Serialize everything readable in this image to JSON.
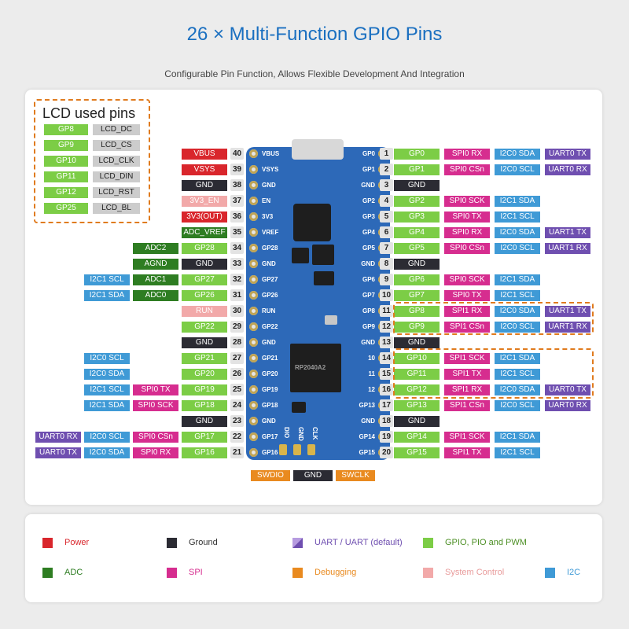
{
  "title": "26 × Multi-Function GPIO Pins",
  "subtitle": "Configurable Pin Function, Allows Flexible Development And Integration",
  "colors": {
    "power": "#d9262c",
    "ground": "#2b2b33",
    "uart": "#6f4fb0",
    "gpio": "#7ccd46",
    "adc": "#2e7d22",
    "spi": "#d62d8f",
    "debug": "#e98a1f",
    "sysctl": "#f2a9a9",
    "i2c": "#3f9ad6",
    "lcd": "#cccccc",
    "accent": "#e07b1e"
  },
  "lcd": {
    "title": "LCD used pins",
    "rows": [
      {
        "gp": "GP8",
        "fn": "LCD_DC"
      },
      {
        "gp": "GP9",
        "fn": "LCD_CS"
      },
      {
        "gp": "GP10",
        "fn": "LCD_CLK"
      },
      {
        "gp": "GP11",
        "fn": "LCD_DIN"
      },
      {
        "gp": "GP12",
        "fn": "LCD_RST"
      },
      {
        "gp": "GP25",
        "fn": "LCD_BL"
      }
    ]
  },
  "left_pins": [
    {
      "num": "40",
      "silk": "VBUS",
      "labels": [
        {
          "text": "VBUS",
          "kind": "power"
        }
      ]
    },
    {
      "num": "39",
      "silk": "VSYS",
      "labels": [
        {
          "text": "VSYS",
          "kind": "power"
        }
      ]
    },
    {
      "num": "38",
      "silk": "GND",
      "labels": [
        {
          "text": "GND",
          "kind": "ground"
        }
      ]
    },
    {
      "num": "37",
      "silk": "EN",
      "labels": [
        {
          "text": "3V3_EN",
          "kind": "sysctl"
        }
      ]
    },
    {
      "num": "36",
      "silk": "3V3",
      "labels": [
        {
          "text": "3V3(OUT)",
          "kind": "power"
        }
      ]
    },
    {
      "num": "35",
      "silk": "VREF",
      "labels": [
        {
          "text": "ADC_VREF",
          "kind": "adc"
        }
      ]
    },
    {
      "num": "34",
      "silk": "GP28",
      "labels": [
        {
          "text": "GP28",
          "kind": "gpio"
        },
        {
          "text": "ADC2",
          "kind": "adc"
        }
      ]
    },
    {
      "num": "33",
      "silk": "GND",
      "labels": [
        {
          "text": "GND",
          "kind": "ground"
        },
        {
          "text": "AGND",
          "kind": "adc"
        }
      ]
    },
    {
      "num": "32",
      "silk": "GP27",
      "labels": [
        {
          "text": "GP27",
          "kind": "gpio"
        },
        {
          "text": "ADC1",
          "kind": "adc"
        },
        {
          "text": "I2C1 SCL",
          "kind": "i2c"
        }
      ]
    },
    {
      "num": "31",
      "silk": "GP26",
      "labels": [
        {
          "text": "GP26",
          "kind": "gpio"
        },
        {
          "text": "ADC0",
          "kind": "adc"
        },
        {
          "text": "I2C1 SDA",
          "kind": "i2c"
        }
      ]
    },
    {
      "num": "30",
      "silk": "RUN",
      "labels": [
        {
          "text": "RUN",
          "kind": "sysctl"
        }
      ]
    },
    {
      "num": "29",
      "silk": "GP22",
      "labels": [
        {
          "text": "GP22",
          "kind": "gpio"
        }
      ]
    },
    {
      "num": "28",
      "silk": "GND",
      "labels": [
        {
          "text": "GND",
          "kind": "ground"
        }
      ]
    },
    {
      "num": "27",
      "silk": "GP21",
      "labels": [
        {
          "text": "GP21",
          "kind": "gpio"
        },
        {
          "text": "",
          "kind": "none"
        },
        {
          "text": "I2C0 SCL",
          "kind": "i2c"
        }
      ]
    },
    {
      "num": "26",
      "silk": "GP20",
      "labels": [
        {
          "text": "GP20",
          "kind": "gpio"
        },
        {
          "text": "",
          "kind": "none"
        },
        {
          "text": "I2C0 SDA",
          "kind": "i2c"
        }
      ]
    },
    {
      "num": "25",
      "silk": "GP19",
      "labels": [
        {
          "text": "GP19",
          "kind": "gpio"
        },
        {
          "text": "SPI0 TX",
          "kind": "spi"
        },
        {
          "text": "I2C1 SCL",
          "kind": "i2c"
        }
      ]
    },
    {
      "num": "24",
      "silk": "GP18",
      "labels": [
        {
          "text": "GP18",
          "kind": "gpio"
        },
        {
          "text": "SPI0 SCK",
          "kind": "spi"
        },
        {
          "text": "I2C1 SDA",
          "kind": "i2c"
        }
      ]
    },
    {
      "num": "23",
      "silk": "GND",
      "labels": [
        {
          "text": "GND",
          "kind": "ground"
        }
      ]
    },
    {
      "num": "22",
      "silk": "GP17",
      "labels": [
        {
          "text": "GP17",
          "kind": "gpio"
        },
        {
          "text": "SPI0 CSn",
          "kind": "spi"
        },
        {
          "text": "I2C0 SCL",
          "kind": "i2c"
        },
        {
          "text": "UART0 RX",
          "kind": "uart"
        }
      ]
    },
    {
      "num": "21",
      "silk": "GP16",
      "labels": [
        {
          "text": "GP16",
          "kind": "gpio"
        },
        {
          "text": "SPI0 RX",
          "kind": "spi"
        },
        {
          "text": "I2C0 SDA",
          "kind": "i2c"
        },
        {
          "text": "UART0 TX",
          "kind": "uart"
        }
      ]
    }
  ],
  "right_pins": [
    {
      "num": "1",
      "silk": "GP0",
      "labels": [
        {
          "text": "GP0",
          "kind": "gpio"
        },
        {
          "text": "SPI0 RX",
          "kind": "spi"
        },
        {
          "text": "I2C0 SDA",
          "kind": "i2c"
        },
        {
          "text": "UART0 TX",
          "kind": "uart"
        }
      ]
    },
    {
      "num": "2",
      "silk": "GP1",
      "labels": [
        {
          "text": "GP1",
          "kind": "gpio"
        },
        {
          "text": "SPI0 CSn",
          "kind": "spi"
        },
        {
          "text": "I2C0 SCL",
          "kind": "i2c"
        },
        {
          "text": "UART0 RX",
          "kind": "uart"
        }
      ]
    },
    {
      "num": "3",
      "silk": "GND",
      "labels": [
        {
          "text": "GND",
          "kind": "ground"
        }
      ]
    },
    {
      "num": "4",
      "silk": "GP2",
      "labels": [
        {
          "text": "GP2",
          "kind": "gpio"
        },
        {
          "text": "SPI0 SCK",
          "kind": "spi"
        },
        {
          "text": "I2C1 SDA",
          "kind": "i2c"
        }
      ]
    },
    {
      "num": "5",
      "silk": "GP3",
      "labels": [
        {
          "text": "GP3",
          "kind": "gpio"
        },
        {
          "text": "SPI0 TX",
          "kind": "spi"
        },
        {
          "text": "I2C1 SCL",
          "kind": "i2c"
        }
      ]
    },
    {
      "num": "6",
      "silk": "GP4",
      "labels": [
        {
          "text": "GP4",
          "kind": "gpio"
        },
        {
          "text": "SPI0 RX",
          "kind": "spi"
        },
        {
          "text": "I2C0 SDA",
          "kind": "i2c"
        },
        {
          "text": "UART1 TX",
          "kind": "uart"
        }
      ]
    },
    {
      "num": "7",
      "silk": "GP5",
      "labels": [
        {
          "text": "GP5",
          "kind": "gpio"
        },
        {
          "text": "SPI0 CSn",
          "kind": "spi"
        },
        {
          "text": "I2C0 SCL",
          "kind": "i2c"
        },
        {
          "text": "UART1 RX",
          "kind": "uart"
        }
      ]
    },
    {
      "num": "8",
      "silk": "GND",
      "labels": [
        {
          "text": "GND",
          "kind": "ground"
        }
      ]
    },
    {
      "num": "9",
      "silk": "GP6",
      "labels": [
        {
          "text": "GP6",
          "kind": "gpio"
        },
        {
          "text": "SPI0 SCK",
          "kind": "spi"
        },
        {
          "text": "I2C1 SDA",
          "kind": "i2c"
        }
      ]
    },
    {
      "num": "10",
      "silk": "GP7",
      "labels": [
        {
          "text": "GP7",
          "kind": "gpio"
        },
        {
          "text": "SPI0 TX",
          "kind": "spi"
        },
        {
          "text": "I2C1 SCL",
          "kind": "i2c"
        }
      ]
    },
    {
      "num": "11",
      "silk": "GP8",
      "labels": [
        {
          "text": "GP8",
          "kind": "gpio"
        },
        {
          "text": "SPI1 RX",
          "kind": "spi"
        },
        {
          "text": "I2C0 SDA",
          "kind": "i2c"
        },
        {
          "text": "UART1 TX",
          "kind": "uart"
        }
      ]
    },
    {
      "num": "12",
      "silk": "GP9",
      "labels": [
        {
          "text": "GP9",
          "kind": "gpio"
        },
        {
          "text": "SPI1 CSn",
          "kind": "spi"
        },
        {
          "text": "I2C0 SCL",
          "kind": "i2c"
        },
        {
          "text": "UART1 RX",
          "kind": "uart"
        }
      ]
    },
    {
      "num": "13",
      "silk": "GND",
      "labels": [
        {
          "text": "GND",
          "kind": "ground"
        }
      ]
    },
    {
      "num": "14",
      "silk": "10",
      "labels": [
        {
          "text": "GP10",
          "kind": "gpio"
        },
        {
          "text": "SPI1 SCK",
          "kind": "spi"
        },
        {
          "text": "I2C1 SDA",
          "kind": "i2c"
        }
      ]
    },
    {
      "num": "15",
      "silk": "11",
      "labels": [
        {
          "text": "GP11",
          "kind": "gpio"
        },
        {
          "text": "SPI1 TX",
          "kind": "spi"
        },
        {
          "text": "I2C1 SCL",
          "kind": "i2c"
        }
      ]
    },
    {
      "num": "16",
      "silk": "12",
      "labels": [
        {
          "text": "GP12",
          "kind": "gpio"
        },
        {
          "text": "SPI1 RX",
          "kind": "spi"
        },
        {
          "text": "I2C0 SDA",
          "kind": "i2c"
        },
        {
          "text": "UART0 TX",
          "kind": "uart"
        }
      ]
    },
    {
      "num": "17",
      "silk": "GP13",
      "labels": [
        {
          "text": "GP13",
          "kind": "gpio"
        },
        {
          "text": "SPI1 CSn",
          "kind": "spi"
        },
        {
          "text": "I2C0 SCL",
          "kind": "i2c"
        },
        {
          "text": "UART0 RX",
          "kind": "uart"
        }
      ]
    },
    {
      "num": "18",
      "silk": "GND",
      "labels": [
        {
          "text": "GND",
          "kind": "ground"
        }
      ]
    },
    {
      "num": "19",
      "silk": "GP14",
      "labels": [
        {
          "text": "GP14",
          "kind": "gpio"
        },
        {
          "text": "SPI1 SCK",
          "kind": "spi"
        },
        {
          "text": "I2C1 SDA",
          "kind": "i2c"
        }
      ]
    },
    {
      "num": "20",
      "silk": "GP15",
      "labels": [
        {
          "text": "GP15",
          "kind": "gpio"
        },
        {
          "text": "SPI1 TX",
          "kind": "spi"
        },
        {
          "text": "I2C1 SCL",
          "kind": "i2c"
        }
      ]
    }
  ],
  "board": {
    "bottom_silk": [
      "DIO",
      "GND",
      "CLK"
    ],
    "chip_text": "RP2040A2"
  },
  "debug_pins": [
    {
      "text": "SWDIO",
      "kind": "debug"
    },
    {
      "text": "GND",
      "kind": "ground"
    },
    {
      "text": "SWCLK",
      "kind": "debug"
    }
  ],
  "legend": [
    {
      "kind": "power",
      "label": "Power"
    },
    {
      "kind": "ground",
      "label": "Ground"
    },
    {
      "kind": "uart",
      "label": "UART / UART (default)"
    },
    {
      "kind": "gpio",
      "label": "GPIO, PIO and PWM"
    },
    {
      "kind": "adc",
      "label": "ADC"
    },
    {
      "kind": "spi",
      "label": "SPI"
    },
    {
      "kind": "debug",
      "label": "Debugging"
    },
    {
      "kind": "sysctl",
      "label": "System Control"
    },
    {
      "kind": "i2c",
      "label": "I2C"
    }
  ]
}
